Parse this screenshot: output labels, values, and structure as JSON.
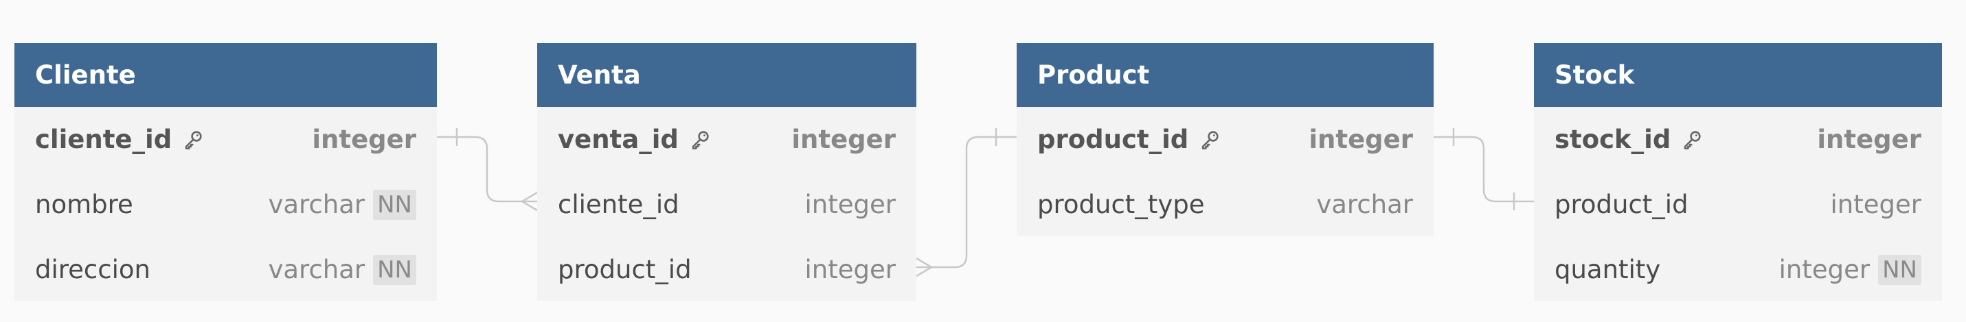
{
  "colors": {
    "header_bg": "#3f6893",
    "header_text": "#ffffff",
    "table_bg": "#f3f3f3",
    "connector": "#c8c8c8",
    "page_bg": "#fafafa"
  },
  "tables": {
    "cliente": {
      "title": "Cliente",
      "columns": [
        {
          "name": "cliente_id",
          "type": "integer",
          "pk": true,
          "nn": false
        },
        {
          "name": "nombre",
          "type": "varchar",
          "pk": false,
          "nn": true
        },
        {
          "name": "direccion",
          "type": "varchar",
          "pk": false,
          "nn": true
        }
      ]
    },
    "venta": {
      "title": "Venta",
      "columns": [
        {
          "name": "venta_id",
          "type": "integer",
          "pk": true,
          "nn": false
        },
        {
          "name": "cliente_id",
          "type": "integer",
          "pk": false,
          "nn": false
        },
        {
          "name": "product_id",
          "type": "integer",
          "pk": false,
          "nn": false
        }
      ]
    },
    "product": {
      "title": "Product",
      "columns": [
        {
          "name": "product_id",
          "type": "integer",
          "pk": true,
          "nn": false
        },
        {
          "name": "product_type",
          "type": "varchar",
          "pk": false,
          "nn": false
        }
      ]
    },
    "stock": {
      "title": "Stock",
      "columns": [
        {
          "name": "stock_id",
          "type": "integer",
          "pk": true,
          "nn": false
        },
        {
          "name": "product_id",
          "type": "integer",
          "pk": false,
          "nn": false
        },
        {
          "name": "quantity",
          "type": "integer",
          "pk": false,
          "nn": true
        }
      ]
    }
  },
  "labels": {
    "nn": "NN",
    "key_icon": "key-icon"
  },
  "relationships": [
    {
      "from": "cliente.cliente_id",
      "to": "venta.cliente_id",
      "kind": "one-to-many"
    },
    {
      "from": "product.product_id",
      "to": "venta.product_id",
      "kind": "one-to-many"
    },
    {
      "from": "product.product_id",
      "to": "stock.product_id",
      "kind": "one-to-one"
    }
  ]
}
